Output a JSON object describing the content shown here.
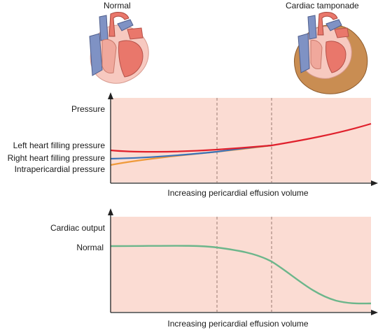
{
  "headings": {
    "normal": "Normal",
    "tamponade": "Cardiac tamponade"
  },
  "top_chart": {
    "y_label": "Pressure",
    "x_label": "Increasing pericardial effusion volume",
    "series_labels": {
      "left": "Left heart filling pressure",
      "right": "Right heart filling pressure",
      "intra": "Intrapericardial pressure"
    }
  },
  "bottom_chart": {
    "y_label": "Cardiac output",
    "y_tick": "Normal",
    "x_label": "Increasing pericardial effusion volume"
  },
  "colors": {
    "panel_bg": "#fbdcd3",
    "left_heart": "#e0202c",
    "right_heart": "#3a73b8",
    "intrapericardial": "#ef9a3a",
    "cardiac_output": "#6cb68b",
    "guide_lines": "#9a7a72",
    "axis": "#222222",
    "heart_blue": "#7f92c4",
    "heart_red": "#e9776b",
    "heart_pink": "#f7c9c0",
    "effusion": "#c98d52"
  },
  "icons": {
    "normal_heart": "heart-illustration",
    "tamponade_heart": "heart-with-effusion-illustration"
  }
}
